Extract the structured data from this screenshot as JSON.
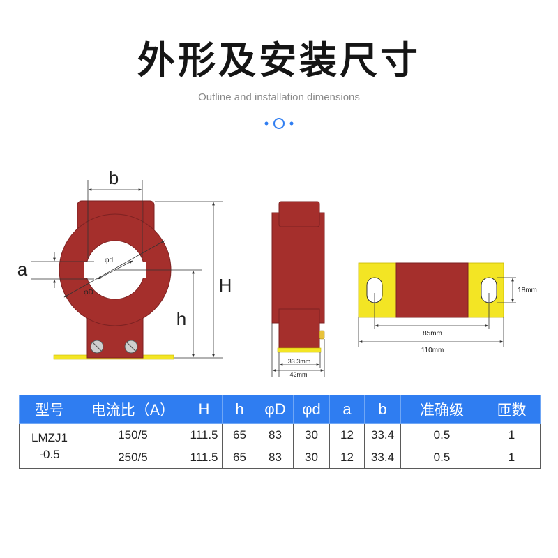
{
  "header": {
    "title": "外形及安装尺寸",
    "subtitle": "Outline and installation dimensions"
  },
  "colors": {
    "body_red": "#a52f2c",
    "red_dark": "#7d2222",
    "bracket_yellow": "#f3e524",
    "table_header_blue": "#2f7df1",
    "accent_blue": "#2f7df1"
  },
  "diagram": {
    "front_view": {
      "label_b": "b",
      "label_a": "a",
      "label_H": "H",
      "label_h": "h",
      "label_phi_d": "φd",
      "label_phi_D": "φD"
    },
    "side_view": {
      "dim_inner": "33.3mm",
      "dim_outer": "42mm"
    },
    "bottom_view": {
      "dim_slot": "18mm",
      "dim_hole_spacing": "85mm",
      "dim_total": "110mm"
    }
  },
  "table": {
    "headers": [
      "型号",
      "电流比（A）",
      "H",
      "h",
      "φD",
      "φd",
      "a",
      "b",
      "准确级",
      "匝数"
    ],
    "model": "LMZJ1\n-0.5",
    "rows": [
      [
        "150/5",
        "111.5",
        "65",
        "83",
        "30",
        "12",
        "33.4",
        "0.5",
        "1"
      ],
      [
        "250/5",
        "111.5",
        "65",
        "83",
        "30",
        "12",
        "33.4",
        "0.5",
        "1"
      ]
    ]
  }
}
